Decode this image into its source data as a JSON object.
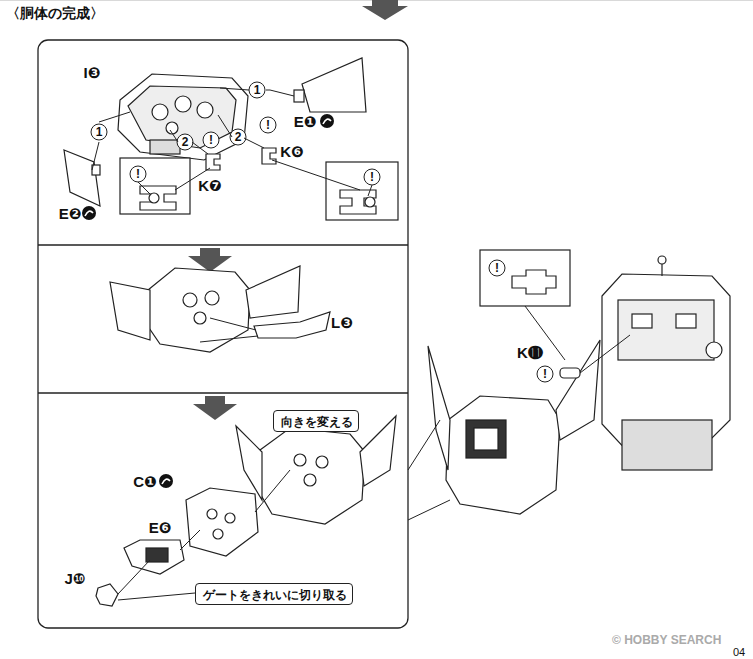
{
  "diagram": {
    "title": "〈胴体の完成〉",
    "nodes": [
      {
        "text": [
          "向きを変える"
        ]
      },
      {
        "text": [
          "ゲートをきれいに切り取る"
        ]
      }
    ],
    "labels": [
      "I❸",
      "1",
      "E❶",
      "1",
      "2",
      "!",
      "2",
      "!",
      "K❻",
      "!",
      "K❼",
      "!",
      "E❷",
      "L❸",
      "C❶",
      "E❻",
      "J❿",
      "!",
      "K⓫",
      "!",
      "© HOBBY SEARCH",
      "04"
    ]
  }
}
